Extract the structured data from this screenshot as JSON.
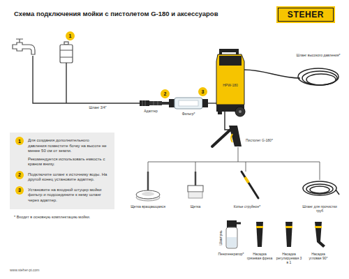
{
  "diagram": {
    "title": "Схема подключения мойки с пистолетом G-180 и аксессуаров",
    "nodes": [
      {
        "text": [
          "STEHER"
        ]
      },
      {
        "text": [
          "1"
        ]
      },
      {
        "text": [
          "2"
        ]
      },
      {
        "text": [
          "3"
        ]
      },
      {
        "text": [
          "Для создания дополнительного давления поместите бочку на высоте не менее 50 см от земли.",
          "Рекомендуется использовать емкость с краном внизу.",
          "Подключите шланг к источнику воды. На другой конец установите адаптер.",
          "Установите на входной штуцер мойки фильтр и подсоедините к нему шланг через адаптер."
        ]
      },
      {
        "text": [
          "1"
        ],
        "in": 4
      },
      {
        "text": [
          "2"
        ],
        "in": 4
      },
      {
        "text": [
          "3"
        ],
        "in": 4
      }
    ],
    "labels": [
      "Шланг 3/4\"",
      "Адаптер",
      "Фильтр*",
      "HPW-180",
      "Шланг высокого давления*",
      "Пистолет G-180*",
      "Щетка вращающаяся",
      "Щетка",
      "Копье струйное*",
      "Шланг для прочистки труб",
      "Шампунь",
      "Пеногенератор*",
      "Насадка грязевая фреза",
      "Насадка регулируемая 3 в 1",
      "Насадка угловая 90°",
      "* Входит в основную комплектацию мойки.",
      "www.steher-pt.com"
    ]
  }
}
